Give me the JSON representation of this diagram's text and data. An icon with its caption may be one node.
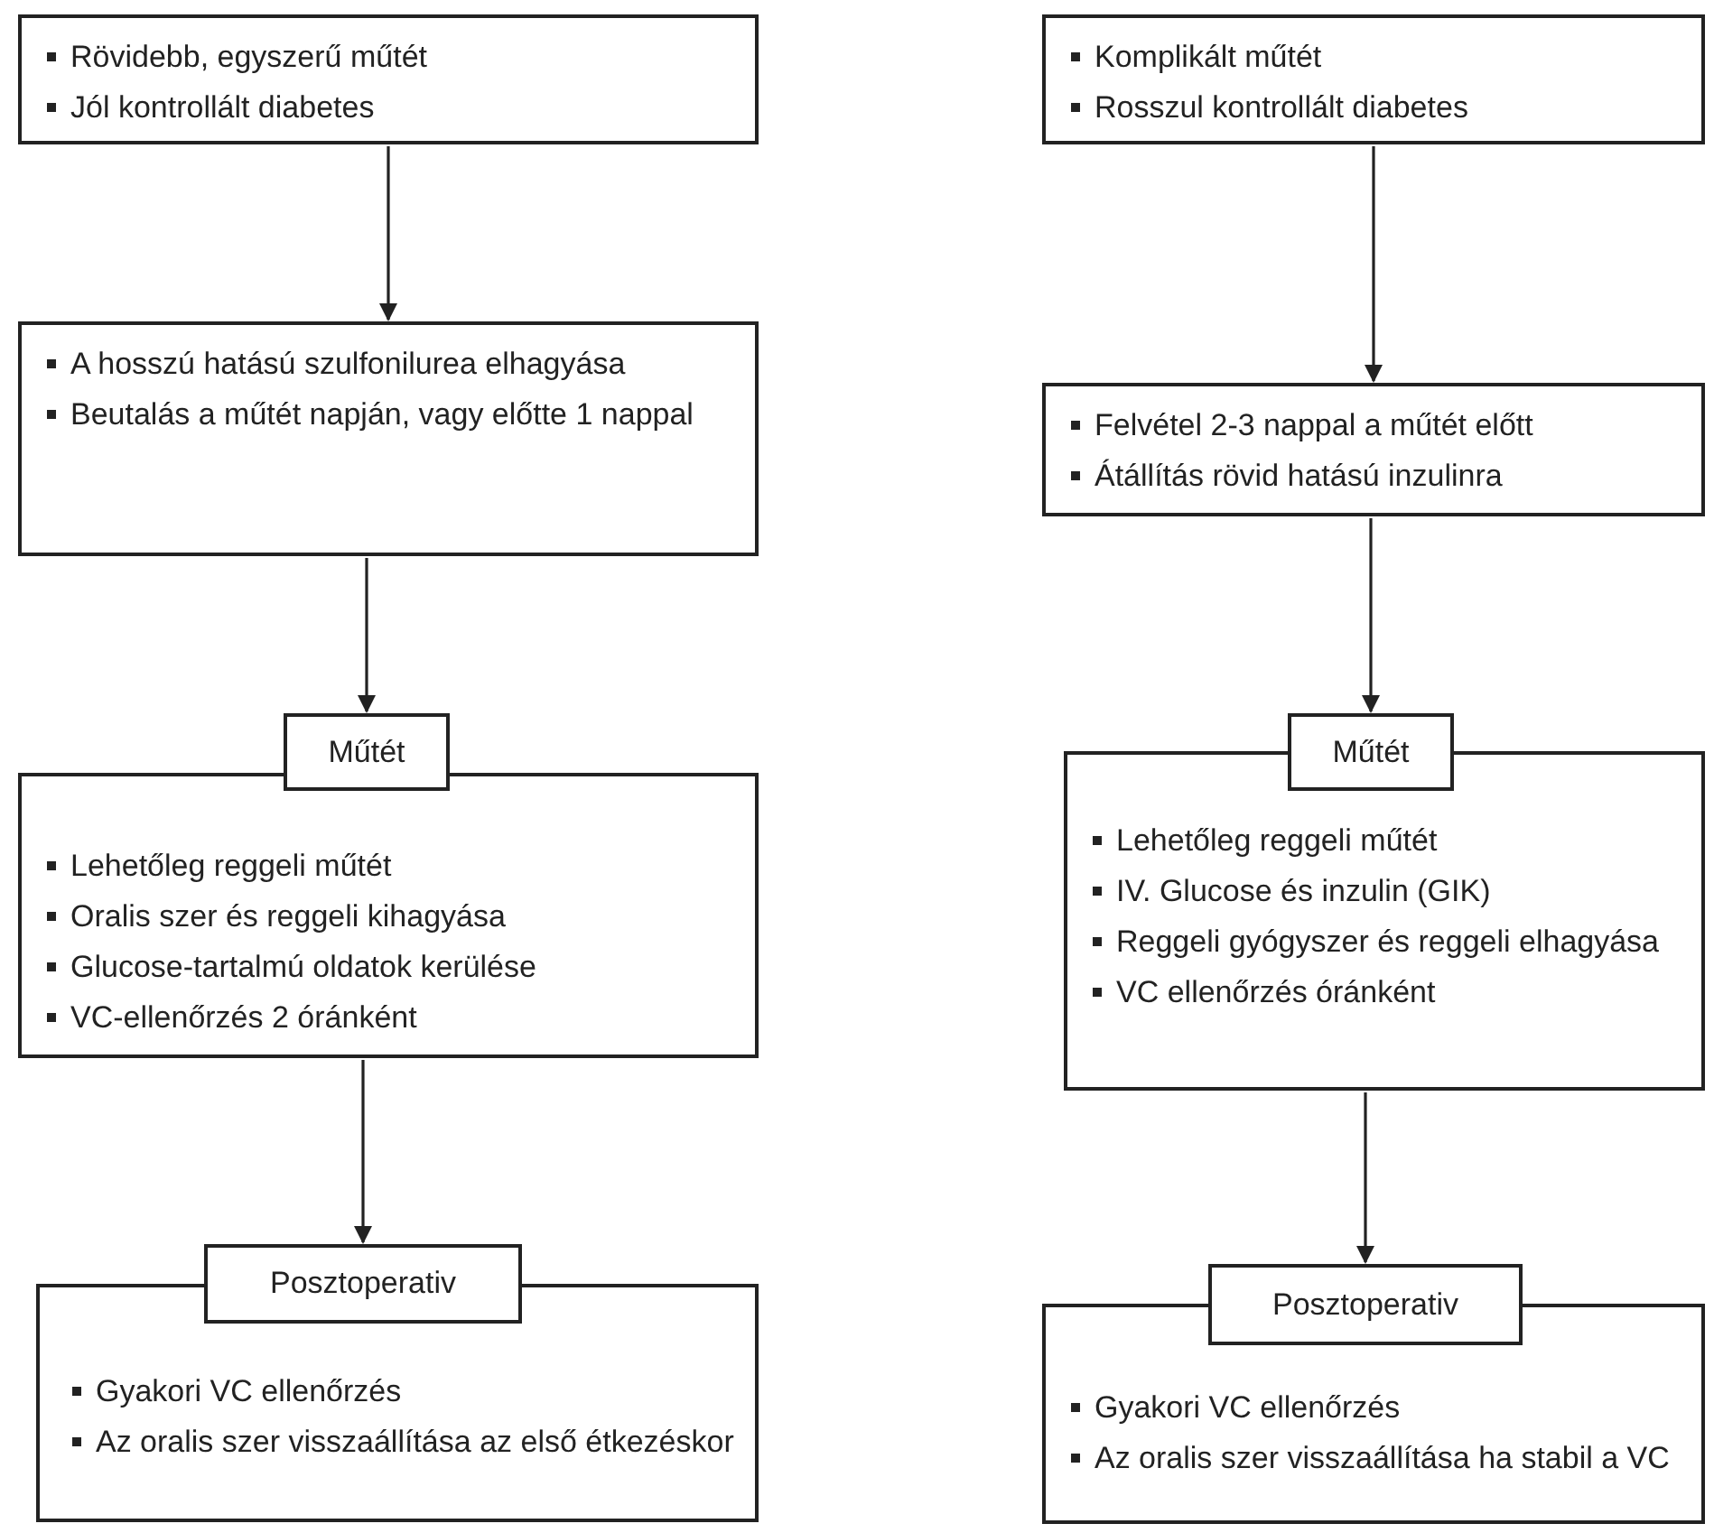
{
  "diagram": {
    "nodes": [
      {
        "text": [
          "Rövidebb, egyszerű műtét",
          "Jól kontrollált diabetes"
        ]
      },
      {
        "text": [
          "A hosszú hatású szulfonilurea elhagyása",
          "Beutalás a műtét napján, vagy előtte 1 nappal"
        ]
      },
      {
        "text": [
          "Műtét"
        ]
      },
      {
        "text": [
          "Lehetőleg reggeli műtét",
          "Oralis szer és reggeli kihagyása",
          "Glucose-tartalmú oldatok kerülése",
          "VC-ellenőrzés 2 óránként"
        ]
      },
      {
        "text": [
          "Posztoperativ"
        ]
      },
      {
        "text": [
          "Gyakori VC ellenőrzés",
          "Az oralis szer visszaállítása az első étkezéskor"
        ]
      },
      {
        "text": [
          "Komplikált műtét",
          "Rosszul kontrollált diabetes"
        ]
      },
      {
        "text": [
          "Felvétel 2-3 nappal a műtét előtt",
          "Átállítás rövid hatású inzulinra"
        ]
      },
      {
        "text": [
          "Műtét"
        ]
      },
      {
        "text": [
          "Lehetőleg reggeli műtét",
          "IV. Glucose és inzulin (GIK)",
          "Reggeli gyógyszer és reggeli elhagyása",
          "VC ellenőrzés óránként"
        ]
      },
      {
        "text": [
          "Posztoperativ"
        ]
      },
      {
        "text": [
          "Gyakori VC ellenőrzés",
          "Az oralis szer visszaállítása ha stabil a VC"
        ]
      }
    ],
    "edges": [
      {
        "from": 0,
        "to": 1,
        "arrow": "to"
      },
      {
        "from": 1,
        "to": 2,
        "arrow": "to"
      },
      {
        "from": 3,
        "to": 4,
        "arrow": "to"
      },
      {
        "from": 6,
        "to": 7,
        "arrow": "to"
      },
      {
        "from": 7,
        "to": 8,
        "arrow": "to"
      },
      {
        "from": 9,
        "to": 10,
        "arrow": "to"
      }
    ]
  }
}
